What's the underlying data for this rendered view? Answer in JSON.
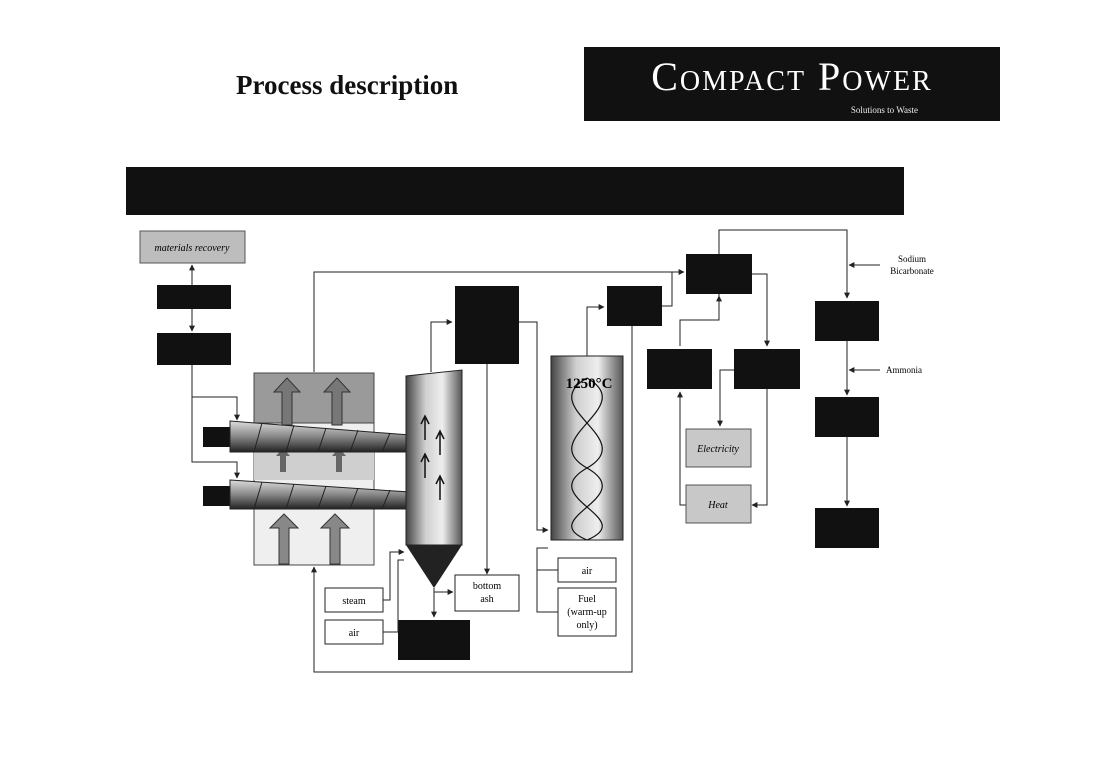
{
  "page": {
    "title": "Process description",
    "logo": {
      "name": "Compact Power",
      "tagline": "Solutions to Waste"
    }
  },
  "diagram": {
    "materials_recovery": "materials recovery",
    "temperature": "1250°C",
    "bottom_ash": "bottom ash",
    "steam": "steam",
    "air_pyrolysis": "air",
    "air_combustion": "air",
    "fuel": "Fuel (warm-up only)",
    "electricity": "Electricity",
    "heat": "Heat",
    "sodium_bicarbonate": "Sodium Bicarbonate",
    "ammonia": "Ammonia"
  },
  "colors": {
    "box_fill": "#111111",
    "light_box": "#dcdcdc",
    "shaded_box": "#bdbdbd",
    "line": "#222222"
  }
}
